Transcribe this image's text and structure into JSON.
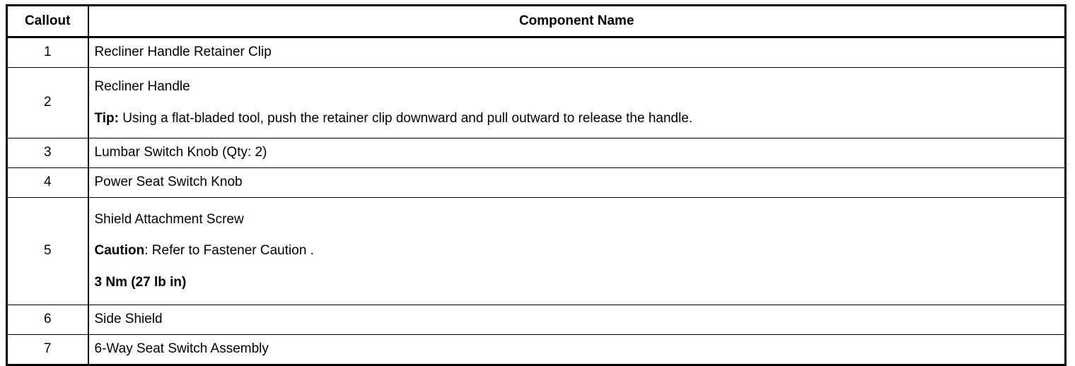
{
  "table": {
    "headers": {
      "callout": "Callout",
      "component_name": "Component Name"
    },
    "rows": [
      {
        "callout": "1",
        "lines": [
          {
            "segments": [
              {
                "text": "Recliner Handle Retainer Clip",
                "bold": false
              }
            ]
          }
        ]
      },
      {
        "callout": "2",
        "lines": [
          {
            "segments": [
              {
                "text": "Recliner Handle",
                "bold": false
              }
            ]
          },
          {
            "segments": [
              {
                "text": "Tip:",
                "bold": true
              },
              {
                "text": " Using a flat-bladed tool, push the retainer clip downward and pull outward to release the handle.",
                "bold": false
              }
            ]
          }
        ]
      },
      {
        "callout": "3",
        "lines": [
          {
            "segments": [
              {
                "text": "Lumbar Switch Knob (Qty: 2)",
                "bold": false
              }
            ]
          }
        ]
      },
      {
        "callout": "4",
        "lines": [
          {
            "segments": [
              {
                "text": "Power Seat Switch Knob",
                "bold": false
              }
            ]
          }
        ]
      },
      {
        "callout": "5",
        "lines": [
          {
            "segments": [
              {
                "text": "Shield Attachment Screw",
                "bold": false
              }
            ]
          },
          {
            "segments": [
              {
                "text": "Caution",
                "bold": true
              },
              {
                "text": ": Refer to Fastener Caution .",
                "bold": false
              }
            ]
          },
          {
            "segments": [
              {
                "text": "3 Nm (27 lb in)",
                "bold": true
              }
            ]
          }
        ]
      },
      {
        "callout": "6",
        "lines": [
          {
            "segments": [
              {
                "text": "Side Shield",
                "bold": false
              }
            ]
          }
        ]
      },
      {
        "callout": "7",
        "lines": [
          {
            "segments": [
              {
                "text": "6-Way Seat Switch Assembly",
                "bold": false
              }
            ]
          }
        ]
      }
    ]
  },
  "colors": {
    "border": "#000000",
    "text": "#000000",
    "background": "#ffffff"
  }
}
